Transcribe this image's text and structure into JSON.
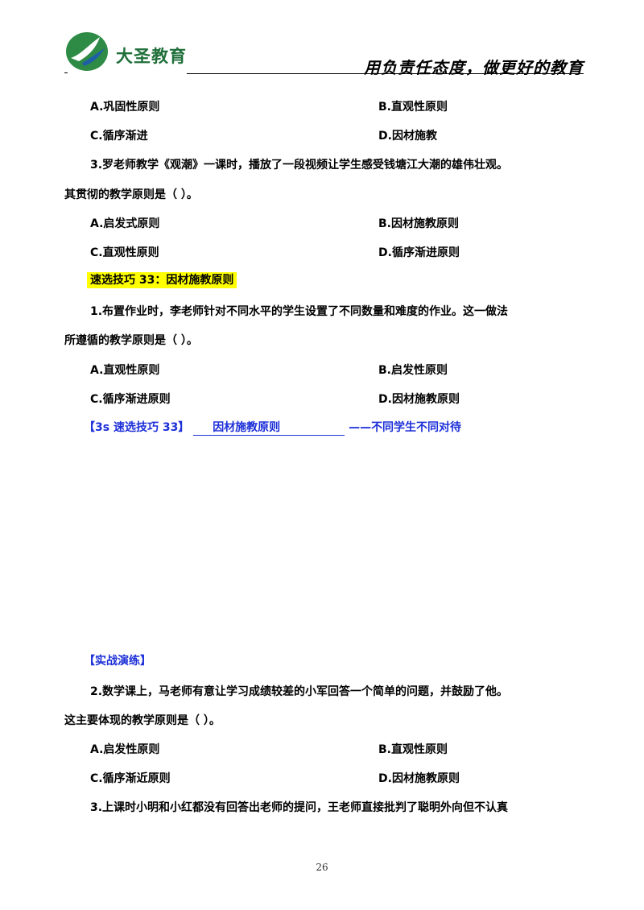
{
  "header": {
    "brand": "大圣教育",
    "slogan": "用负责任态度，做更好的教育"
  },
  "block1": {
    "optA": "A.巩固性原则",
    "optB": "B.直观性原则",
    "optC": "C.循序渐进",
    "optD": "D.因材施教"
  },
  "q3": {
    "line1": "3.罗老师教学《观潮》一课时，播放了一段视频让学生感受钱塘江大潮的雄伟壮观。",
    "line2": "其贯彻的教学原则是（    ）。",
    "optA": "A.启发式原则",
    "optB": "B.因材施教原则",
    "optC": "C.直观性原则",
    "optD": "D.循序渐进原则"
  },
  "section": {
    "title": "速选技巧 33：因材施教原则"
  },
  "q1": {
    "line1": "1.布置作业时，李老师针对不同水平的学生设置了不同数量和难度的作业。这一做法",
    "line2": "所遵循的教学原则是（    ）。",
    "optA": "A.直观性原则",
    "optB": "B.启发性原则",
    "optC": "C.循序渐进原则",
    "optD": "D.因材施教原则"
  },
  "tip": {
    "prefix": "【3s 速选技巧 33】",
    "answer": "因材施教原则",
    "suffix": "——不同学生不同对待"
  },
  "practice": {
    "title": "【实战演练】",
    "q2_line1": "2.数学课上，马老师有意让学习成绩较差的小军回答一个简单的问题，并鼓励了他。",
    "q2_line2": "这主要体现的教学原则是（    ）。",
    "q2_optA": "A.启发性原则",
    "q2_optB": "B.直观性原则",
    "q2_optC": "C.循序渐近原则",
    "q2_optD": "D.因材施教原则",
    "q3_line1": "3.上课时小明和小红都没有回答出老师的提问，王老师直接批判了聪明外向但不认真"
  },
  "page_number": "26"
}
